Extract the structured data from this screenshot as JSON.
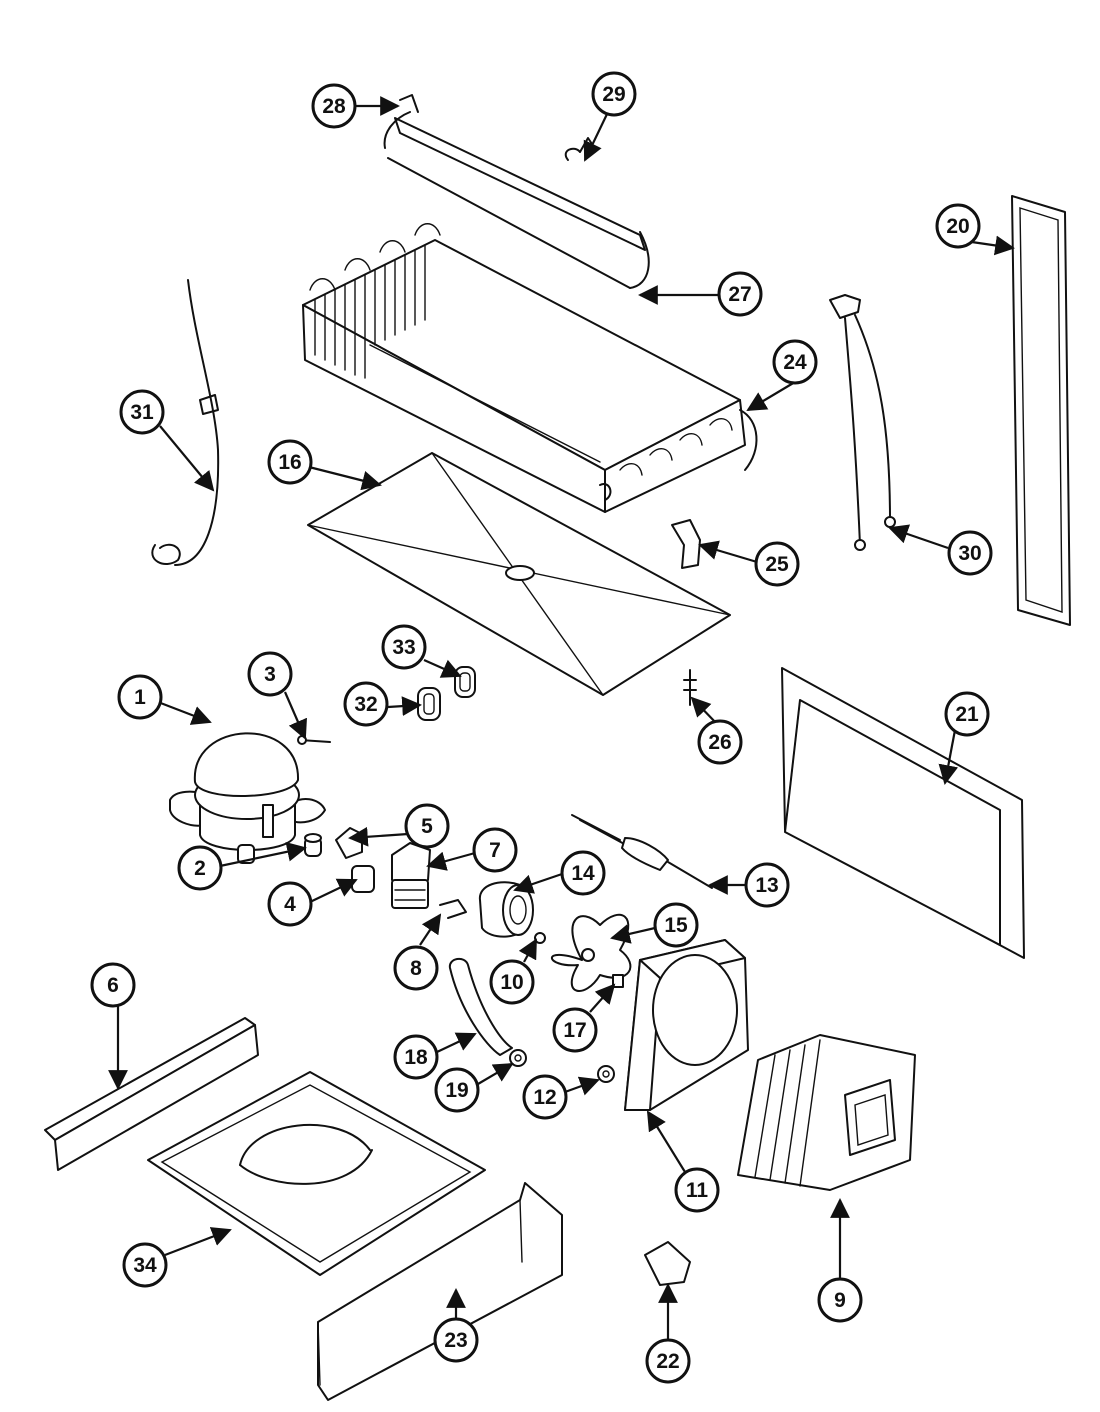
{
  "callouts": [
    {
      "id": "1",
      "label": "1"
    },
    {
      "id": "2",
      "label": "2"
    },
    {
      "id": "3",
      "label": "3"
    },
    {
      "id": "4",
      "label": "4"
    },
    {
      "id": "5",
      "label": "5"
    },
    {
      "id": "6",
      "label": "6"
    },
    {
      "id": "7",
      "label": "7"
    },
    {
      "id": "8",
      "label": "8"
    },
    {
      "id": "9",
      "label": "9"
    },
    {
      "id": "10",
      "label": "10"
    },
    {
      "id": "11",
      "label": "11"
    },
    {
      "id": "12",
      "label": "12"
    },
    {
      "id": "13",
      "label": "13"
    },
    {
      "id": "14",
      "label": "14"
    },
    {
      "id": "15",
      "label": "15"
    },
    {
      "id": "16",
      "label": "16"
    },
    {
      "id": "17",
      "label": "17"
    },
    {
      "id": "18",
      "label": "18"
    },
    {
      "id": "19",
      "label": "19"
    },
    {
      "id": "20",
      "label": "20"
    },
    {
      "id": "21",
      "label": "21"
    },
    {
      "id": "22",
      "label": "22"
    },
    {
      "id": "23",
      "label": "23"
    },
    {
      "id": "24",
      "label": "24"
    },
    {
      "id": "25",
      "label": "25"
    },
    {
      "id": "26",
      "label": "26"
    },
    {
      "id": "27",
      "label": "27"
    },
    {
      "id": "28",
      "label": "28"
    },
    {
      "id": "29",
      "label": "29"
    },
    {
      "id": "30",
      "label": "30"
    },
    {
      "id": "31",
      "label": "31"
    },
    {
      "id": "32",
      "label": "32"
    },
    {
      "id": "33",
      "label": "33"
    },
    {
      "id": "34",
      "label": "34"
    }
  ],
  "colors": {
    "ink": "#111111",
    "background": "#ffffff"
  }
}
